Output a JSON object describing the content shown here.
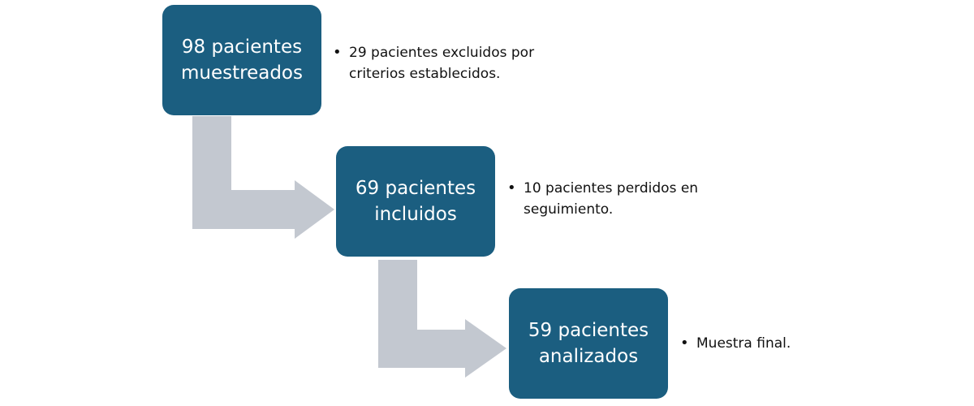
{
  "diagram": {
    "colors": {
      "box_fill": "#1b5e80",
      "box_text": "#ffffff",
      "arrow_fill": "#c3c8d0"
    },
    "steps": [
      {
        "label": "98 pacientes\nmuestreados",
        "note": "29 pacientes excluidos por\ncriterios establecidos."
      },
      {
        "label": "69 pacientes\nincluidos",
        "note": "10 pacientes perdidos en\nseguimiento."
      },
      {
        "label": "59 pacientes\nanalizados",
        "note": "Muestra final."
      }
    ]
  }
}
